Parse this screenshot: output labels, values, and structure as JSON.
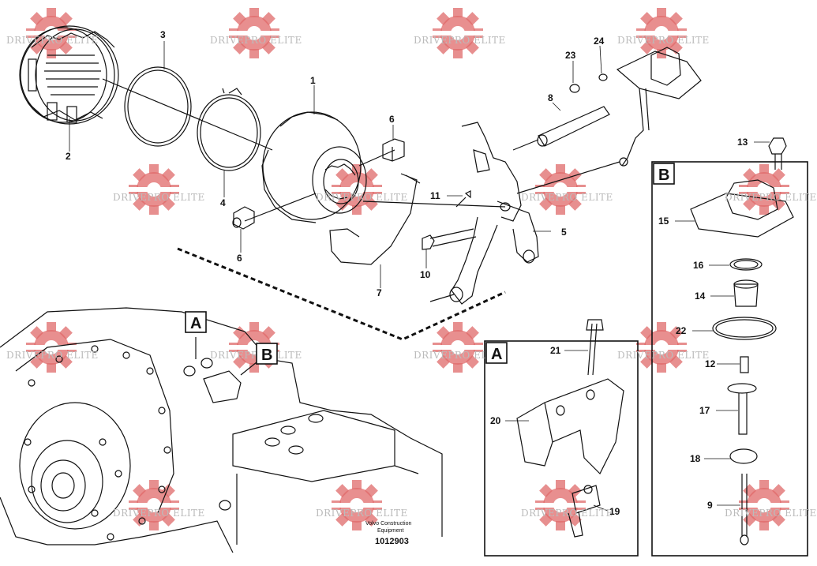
{
  "watermark": {
    "text": "DRIVEPRO ELITE",
    "color": "#e06a6a"
  },
  "callouts": {
    "c1": "1",
    "c2": "2",
    "c3": "3",
    "c4": "4",
    "c5": "5",
    "c6a": "6",
    "c6b": "6",
    "c7": "7",
    "c8": "8",
    "c9": "9",
    "c10": "10",
    "c11": "11",
    "c12": "12",
    "c13": "13",
    "c14": "14",
    "c15": "15",
    "c16": "16",
    "c17": "17",
    "c18": "18",
    "c19": "19",
    "c20": "20",
    "c21": "21",
    "c22": "22",
    "c23": "23",
    "c24": "24"
  },
  "detail_labels": {
    "a_main": "A",
    "b_main": "B",
    "a_box": "A",
    "b_box": "B"
  },
  "footer": {
    "brand_line1": "Volvo Construction",
    "brand_line2": "Equipment",
    "drawing_number": "1012903"
  }
}
